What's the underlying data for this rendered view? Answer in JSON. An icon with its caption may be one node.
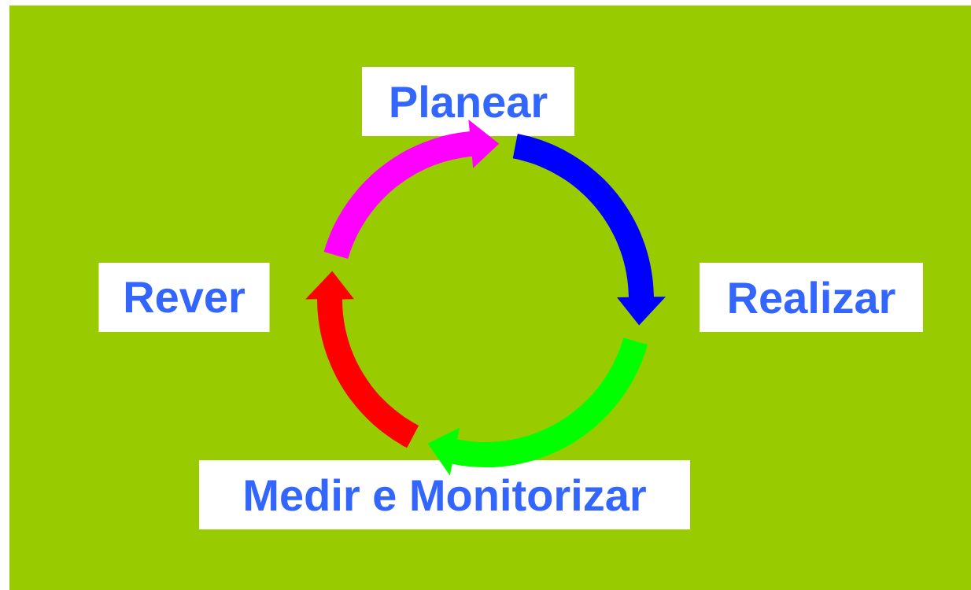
{
  "diagram": {
    "nodes": [
      {
        "text": [
          "Planear"
        ]
      },
      {
        "text": [
          "Realizar"
        ]
      },
      {
        "text": [
          "Medir e Monitorizar"
        ]
      },
      {
        "text": [
          "Rever"
        ]
      }
    ],
    "edges": [
      {
        "from": 0,
        "to": 1,
        "arrow": "to",
        "color": "#0000ff"
      },
      {
        "from": 1,
        "to": 2,
        "arrow": "to",
        "color": "#00ff00"
      },
      {
        "from": 2,
        "to": 3,
        "arrow": "to",
        "color": "#ff0000"
      },
      {
        "from": 3,
        "to": 0,
        "arrow": "to",
        "color": "#ff00ff"
      }
    ]
  }
}
